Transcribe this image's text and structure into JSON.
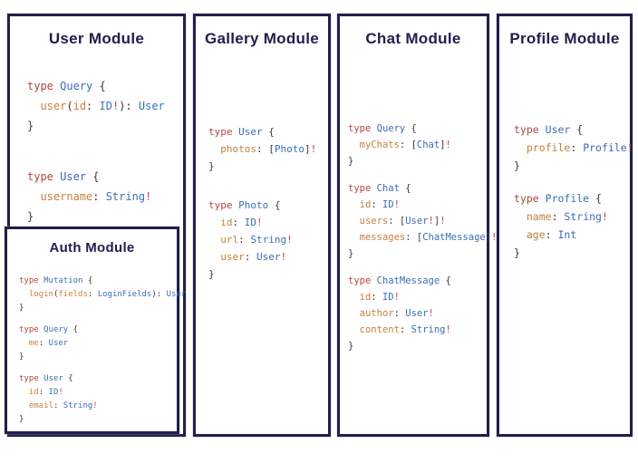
{
  "colors": {
    "navy": "#20204d",
    "keyword_red": "#b2463e",
    "type_blue": "#3a6fb3",
    "field_orange": "#c5803e",
    "punct_gray": "#3a3a3a",
    "bang_red": "#bf4540",
    "background": "#ffffff"
  },
  "modules": {
    "user": {
      "title": "User Module",
      "blocks": [
        [
          [
            [
              "k",
              "type"
            ],
            [
              "p",
              " "
            ],
            [
              "t",
              "Query"
            ],
            [
              "p",
              " {"
            ]
          ],
          [
            [
              "p",
              "  "
            ],
            [
              "f",
              "user"
            ],
            [
              "p",
              "("
            ],
            [
              "f",
              "id"
            ],
            [
              "p",
              ": "
            ],
            [
              "t",
              "ID"
            ],
            [
              "b",
              "!"
            ],
            [
              "p",
              "): "
            ],
            [
              "t",
              "User"
            ]
          ],
          [
            [
              "p",
              "}"
            ]
          ]
        ],
        [
          [
            [
              "k",
              "type"
            ],
            [
              "p",
              " "
            ],
            [
              "t",
              "User"
            ],
            [
              "p",
              " {"
            ]
          ],
          [
            [
              "p",
              "  "
            ],
            [
              "f",
              "username"
            ],
            [
              "p",
              ": "
            ],
            [
              "t",
              "String"
            ],
            [
              "b",
              "!"
            ]
          ],
          [
            [
              "p",
              "}"
            ]
          ]
        ]
      ]
    },
    "auth": {
      "title": "Auth Module",
      "blocks": [
        [
          [
            [
              "k",
              "type"
            ],
            [
              "p",
              " "
            ],
            [
              "t",
              "Mutation"
            ],
            [
              "p",
              " {"
            ]
          ],
          [
            [
              "p",
              "  "
            ],
            [
              "f",
              "login"
            ],
            [
              "p",
              "("
            ],
            [
              "f",
              "fields"
            ],
            [
              "p",
              ": "
            ],
            [
              "t",
              "LoginFields"
            ],
            [
              "p",
              "): "
            ],
            [
              "t",
              "User"
            ]
          ],
          [
            [
              "p",
              "}"
            ]
          ]
        ],
        [
          [
            [
              "k",
              "type"
            ],
            [
              "p",
              " "
            ],
            [
              "t",
              "Query"
            ],
            [
              "p",
              " {"
            ]
          ],
          [
            [
              "p",
              "  "
            ],
            [
              "f",
              "me"
            ],
            [
              "p",
              ": "
            ],
            [
              "t",
              "User"
            ]
          ],
          [
            [
              "p",
              "}"
            ]
          ]
        ],
        [
          [
            [
              "k",
              "type"
            ],
            [
              "p",
              " "
            ],
            [
              "t",
              "User"
            ],
            [
              "p",
              " {"
            ]
          ],
          [
            [
              "p",
              "  "
            ],
            [
              "f",
              "id"
            ],
            [
              "p",
              ": "
            ],
            [
              "t",
              "ID"
            ],
            [
              "b",
              "!"
            ]
          ],
          [
            [
              "p",
              "  "
            ],
            [
              "f",
              "email"
            ],
            [
              "p",
              ": "
            ],
            [
              "t",
              "String"
            ],
            [
              "b",
              "!"
            ]
          ],
          [
            [
              "p",
              "}"
            ]
          ]
        ]
      ]
    },
    "gallery": {
      "title": "Gallery Module",
      "blocks": [
        [
          [
            [
              "k",
              "type"
            ],
            [
              "p",
              " "
            ],
            [
              "t",
              "User"
            ],
            [
              "p",
              " {"
            ]
          ],
          [
            [
              "p",
              "  "
            ],
            [
              "f",
              "photos"
            ],
            [
              "p",
              ": ["
            ],
            [
              "t",
              "Photo"
            ],
            [
              "p",
              "]"
            ],
            [
              "b",
              "!"
            ]
          ],
          [
            [
              "p",
              "}"
            ]
          ]
        ],
        [
          [
            [
              "k",
              "type"
            ],
            [
              "p",
              " "
            ],
            [
              "t",
              "Photo"
            ],
            [
              "p",
              " {"
            ]
          ],
          [
            [
              "p",
              "  "
            ],
            [
              "f",
              "id"
            ],
            [
              "p",
              ": "
            ],
            [
              "t",
              "ID"
            ],
            [
              "b",
              "!"
            ]
          ],
          [
            [
              "p",
              "  "
            ],
            [
              "f",
              "url"
            ],
            [
              "p",
              ": "
            ],
            [
              "t",
              "String"
            ],
            [
              "b",
              "!"
            ]
          ],
          [
            [
              "p",
              "  "
            ],
            [
              "f",
              "user"
            ],
            [
              "p",
              ": "
            ],
            [
              "t",
              "User"
            ],
            [
              "b",
              "!"
            ]
          ],
          [
            [
              "p",
              "}"
            ]
          ]
        ]
      ]
    },
    "chat": {
      "title": "Chat Module",
      "blocks": [
        [
          [
            [
              "k",
              "type"
            ],
            [
              "p",
              " "
            ],
            [
              "t",
              "Query"
            ],
            [
              "p",
              " {"
            ]
          ],
          [
            [
              "p",
              "  "
            ],
            [
              "f",
              "myChats"
            ],
            [
              "p",
              ": ["
            ],
            [
              "t",
              "Chat"
            ],
            [
              "p",
              "]"
            ],
            [
              "b",
              "!"
            ]
          ],
          [
            [
              "p",
              "}"
            ]
          ]
        ],
        [
          [
            [
              "k",
              "type"
            ],
            [
              "p",
              " "
            ],
            [
              "t",
              "Chat"
            ],
            [
              "p",
              " {"
            ]
          ],
          [
            [
              "p",
              "  "
            ],
            [
              "f",
              "id"
            ],
            [
              "p",
              ": "
            ],
            [
              "t",
              "ID"
            ],
            [
              "b",
              "!"
            ]
          ],
          [
            [
              "p",
              "  "
            ],
            [
              "f",
              "users"
            ],
            [
              "p",
              ": ["
            ],
            [
              "t",
              "User"
            ],
            [
              "b",
              "!"
            ],
            [
              "p",
              "]"
            ],
            [
              "b",
              "!"
            ]
          ],
          [
            [
              "p",
              "  "
            ],
            [
              "f",
              "messages"
            ],
            [
              "p",
              ": ["
            ],
            [
              "t",
              "ChatMessage"
            ],
            [
              "p",
              "]"
            ],
            [
              "b",
              "!"
            ]
          ],
          [
            [
              "p",
              "}"
            ]
          ]
        ],
        [
          [
            [
              "k",
              "type"
            ],
            [
              "p",
              " "
            ],
            [
              "t",
              "ChatMessage"
            ],
            [
              "p",
              " {"
            ]
          ],
          [
            [
              "p",
              "  "
            ],
            [
              "f",
              "id"
            ],
            [
              "p",
              ": "
            ],
            [
              "t",
              "ID"
            ],
            [
              "b",
              "!"
            ]
          ],
          [
            [
              "p",
              "  "
            ],
            [
              "f",
              "author"
            ],
            [
              "p",
              ": "
            ],
            [
              "t",
              "User"
            ],
            [
              "b",
              "!"
            ]
          ],
          [
            [
              "p",
              "  "
            ],
            [
              "f",
              "content"
            ],
            [
              "p",
              ": "
            ],
            [
              "t",
              "String"
            ],
            [
              "b",
              "!"
            ]
          ],
          [
            [
              "p",
              "}"
            ]
          ]
        ]
      ]
    },
    "profile": {
      "title": "Profile Module",
      "blocks": [
        [
          [
            [
              "k",
              "type"
            ],
            [
              "p",
              " "
            ],
            [
              "t",
              "User"
            ],
            [
              "p",
              " {"
            ]
          ],
          [
            [
              "p",
              "  "
            ],
            [
              "f",
              "profile"
            ],
            [
              "p",
              ": "
            ],
            [
              "t",
              "Profile"
            ],
            [
              "b",
              "!"
            ]
          ],
          [
            [
              "p",
              "}"
            ]
          ]
        ],
        [
          [
            [
              "k",
              "type"
            ],
            [
              "p",
              " "
            ],
            [
              "t",
              "Profile"
            ],
            [
              "p",
              " {"
            ]
          ],
          [
            [
              "p",
              "  "
            ],
            [
              "f",
              "name"
            ],
            [
              "p",
              ": "
            ],
            [
              "t",
              "String"
            ],
            [
              "b",
              "!"
            ]
          ],
          [
            [
              "p",
              "  "
            ],
            [
              "f",
              "age"
            ],
            [
              "p",
              ": "
            ],
            [
              "t",
              "Int"
            ]
          ],
          [
            [
              "p",
              "}"
            ]
          ]
        ]
      ]
    }
  }
}
